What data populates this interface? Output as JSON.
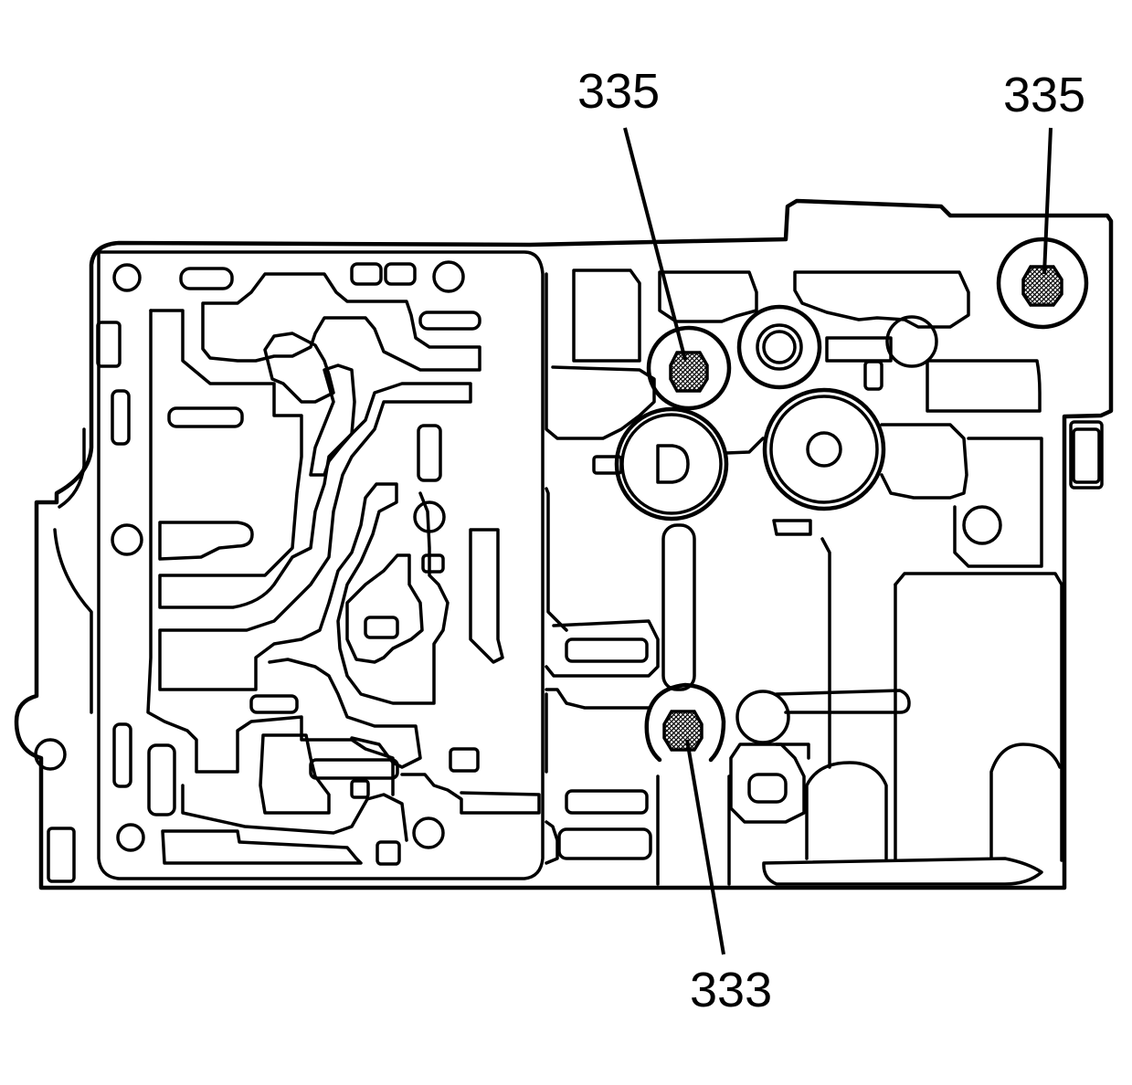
{
  "diagram": {
    "callouts": [
      {
        "id": "callout-335-center",
        "label": "335"
      },
      {
        "id": "callout-335-right",
        "label": "335"
      },
      {
        "id": "callout-333",
        "label": "333"
      }
    ]
  },
  "colors": {
    "line": "#000000",
    "background": "#ffffff"
  }
}
